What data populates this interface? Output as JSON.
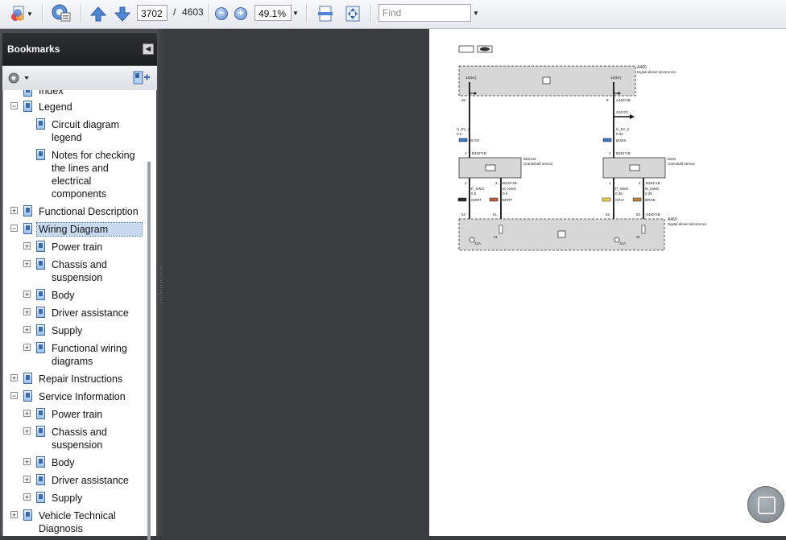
{
  "toolbar": {
    "current_page": "3702",
    "page_separator": "/",
    "total_pages": "4603",
    "zoom_value": "49.1%",
    "find_placeholder": "Find"
  },
  "bookmarks_panel": {
    "title": "Bookmarks",
    "items": [
      {
        "label": "Index"
      },
      {
        "label": "Legend"
      },
      {
        "label": "Circuit diagram legend"
      },
      {
        "label": "Notes for checking the lines and electrical components"
      },
      {
        "label": "Functional Description"
      },
      {
        "label": "Wiring Diagram"
      },
      {
        "label": "Power train"
      },
      {
        "label": "Chassis and suspension"
      },
      {
        "label": "Body"
      },
      {
        "label": "Driver assistance"
      },
      {
        "label": "Supply"
      },
      {
        "label": "Functional wiring diagrams"
      },
      {
        "label": "Repair Instructions"
      },
      {
        "label": "Service Information"
      },
      {
        "label": "Power train"
      },
      {
        "label": "Chassis and suspension"
      },
      {
        "label": "Body"
      },
      {
        "label": "Driver assistance"
      },
      {
        "label": "Supply"
      },
      {
        "label": "Vehicle Technical Diagnosis"
      }
    ]
  },
  "diagram": {
    "top_unit_id": "A460",
    "top_unit_name": "Digital diesel electronics",
    "top_pin_left": "15(5V)",
    "top_pin_right": "15(5V)",
    "top_conn_left": "20",
    "top_conn_right": "8",
    "top_conn_right_id": "A460*2B",
    "x_conn": "X10*2V",
    "wire_left_name": "U_5V_3",
    "wire_left_size": "0.5",
    "wire_left_color": "BLGN",
    "wire_right_name": "U_5V_2",
    "wire_right_size": "0.35",
    "wire_right_color": "BLWS",
    "sensor_left_pin": "1",
    "sensor_left_conn": "B432*1B",
    "sensor_left_id": "B6214a",
    "sensor_left_name": "Crankshaft sensor",
    "sensor_right_pin": "1",
    "sensor_right_conn": "B281*1B",
    "sensor_right_id": "B281",
    "sensor_right_name": "Camshaft sensor",
    "sensor_left_pin2": "2",
    "sensor_left_pin3": "3",
    "sensor_left_conn2": "B432*1B",
    "sensor_right_pin2": "1",
    "sensor_right_pin3": "2",
    "sensor_right_conn2": "B281*1B",
    "w_lb_name": "P_KWG",
    "w_lb_size": "0.5",
    "w_lb_color": "SWRT",
    "w_lc_name": "M_KWG",
    "w_lc_size": "0.5",
    "w_lc_color": "BRRT",
    "w_rb_name": "P_NWG",
    "w_rb_size": "0.35",
    "w_rb_color": "GEVI",
    "w_rc_name": "M_NWG",
    "w_rc_size": "0.35",
    "w_rc_color": "BRGE",
    "bottom_pin_1": "52",
    "bottom_pin_2": "51",
    "bottom_pin_3": "62",
    "bottom_pin_4": "83",
    "bottom_conn_id": "A460*2B",
    "bottom_unit_id": "A460",
    "bottom_unit_name": "Digital diesel electronics",
    "gnd_left": "31A",
    "gnd_left2": "31",
    "gnd_right": "31A",
    "gnd_right2": "31"
  },
  "colors": {
    "toolbar_bg": "#eceef1",
    "panel_bg": "#4a4c50",
    "viewer_bg": "#3a3c3f",
    "selection": "#c7daf2",
    "component_fill": "#d7d7d7"
  }
}
